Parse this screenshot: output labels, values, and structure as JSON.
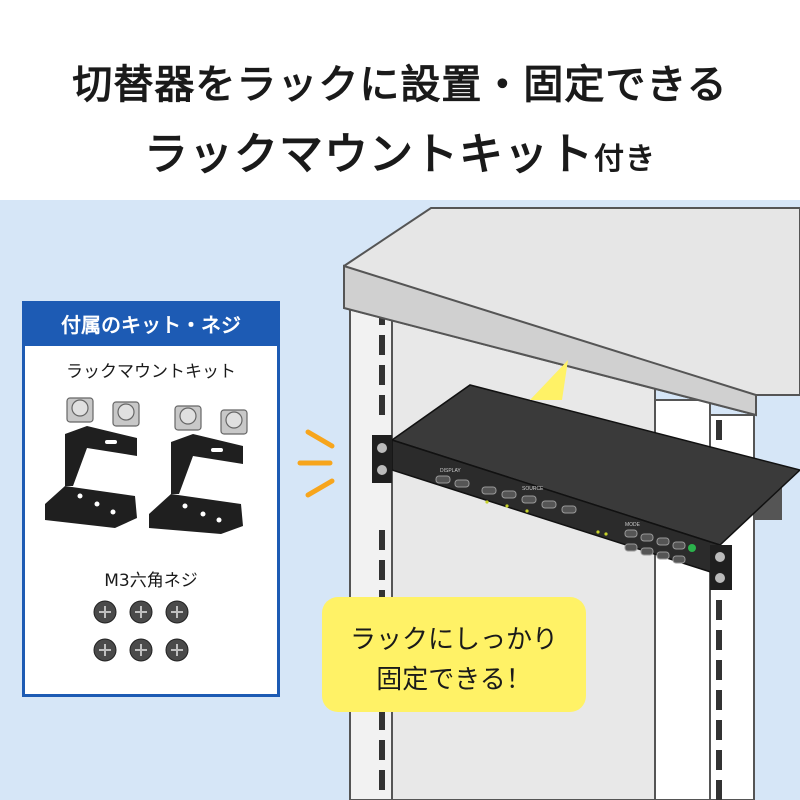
{
  "headline": {
    "line1": "切替器をラックに設置・固定できる",
    "line2_main": "ラックマウントキット",
    "line2_suffix": "付き"
  },
  "kit_card": {
    "title": "付属のキット・ネジ",
    "section1_label": "ラックマウントキット",
    "section2_label": "M3六角ネジ"
  },
  "callout": {
    "line1": "ラックにしっかり",
    "line2": "固定できる！"
  },
  "device_labels": {
    "display": "DISPLAY",
    "source": "SOURCE",
    "mode": "MODE"
  },
  "colors": {
    "background_blue": "#d6e6f7",
    "card_border": "#1d5bb4",
    "callout_yellow": "#fff266",
    "emphasis_orange": "#f7a51c",
    "device_body": "#2b2b2b"
  }
}
